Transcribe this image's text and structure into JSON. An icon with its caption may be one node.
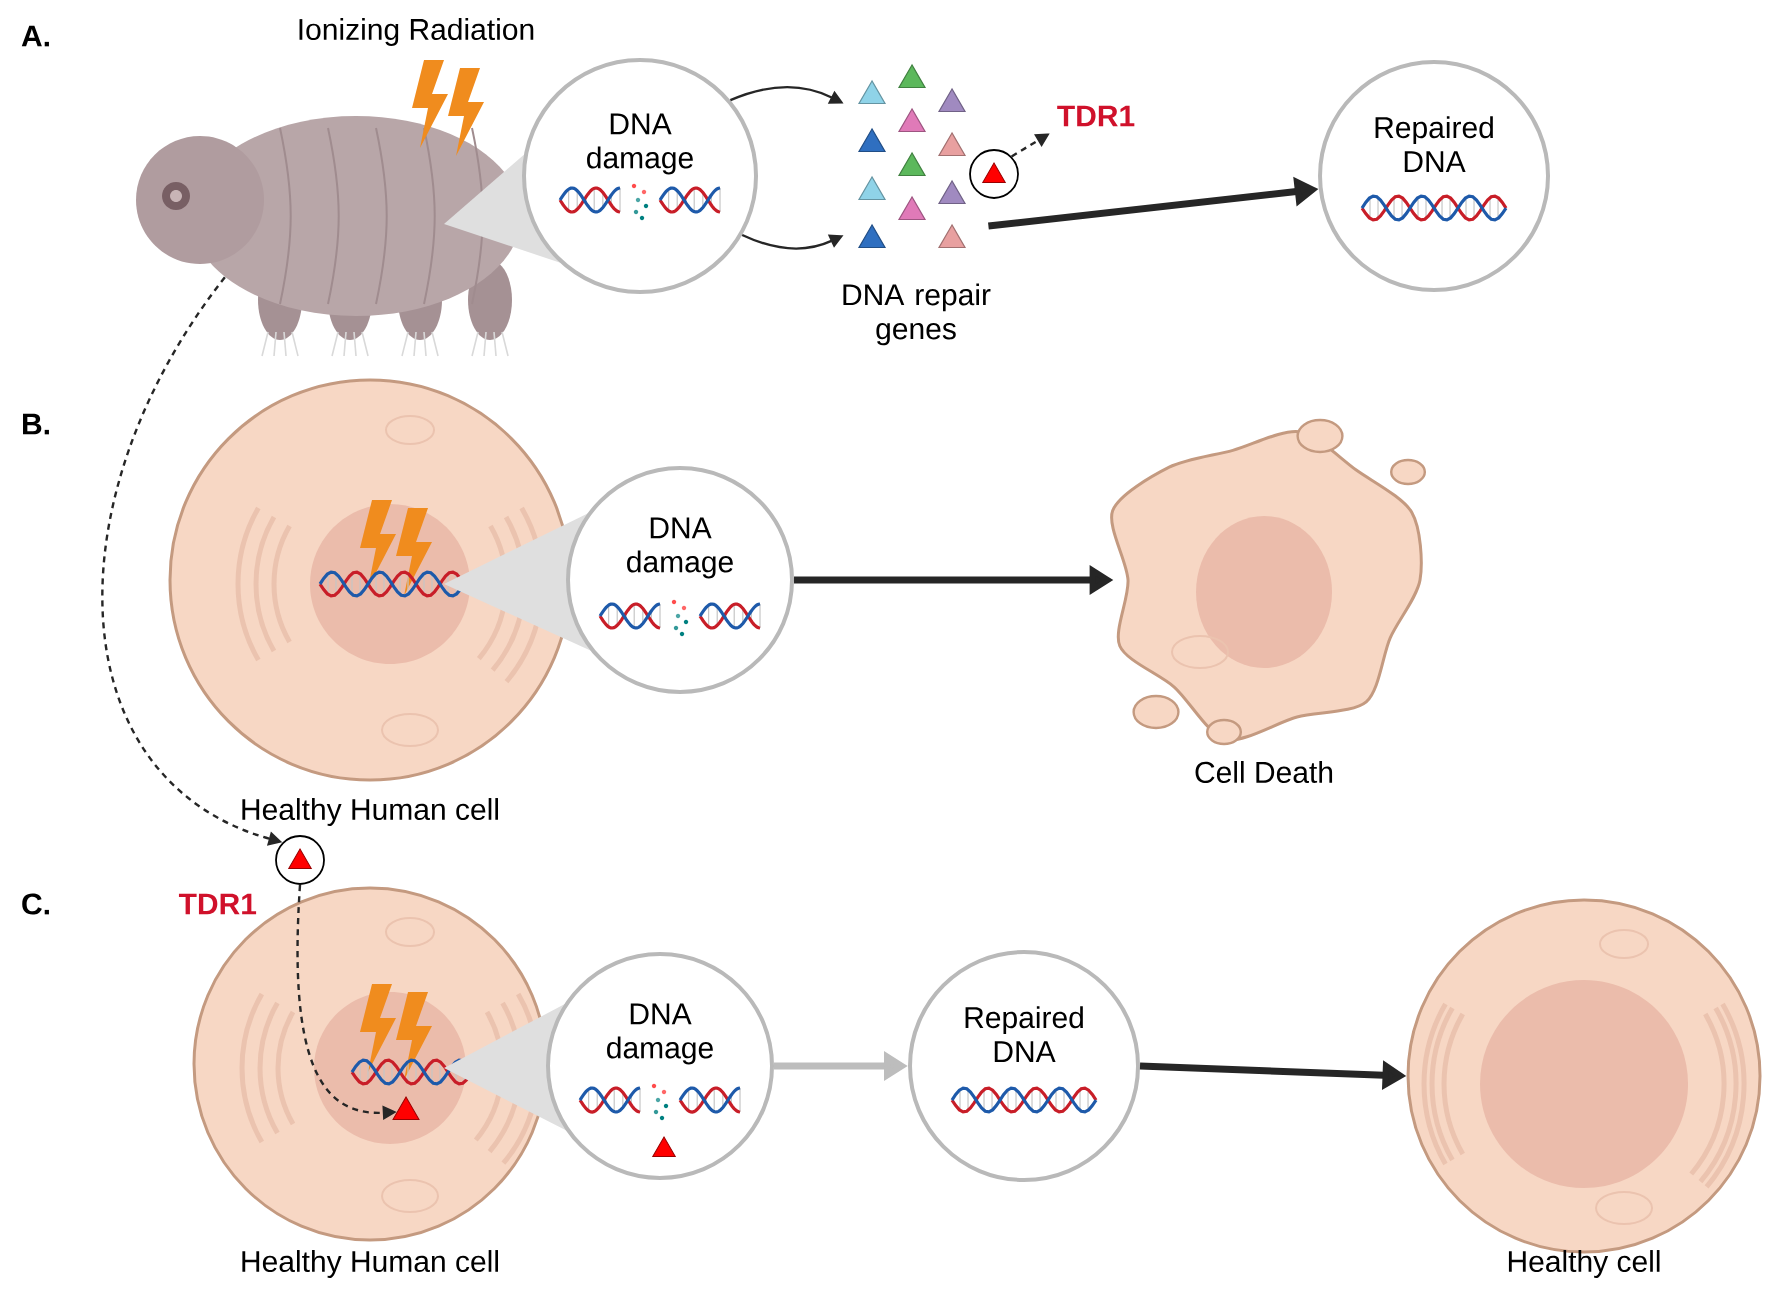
{
  "diagram": {
    "nodes": [
      {
        "text": [],
        "shape": "picture"
      },
      {
        "text": [
          "DNA damage"
        ]
      },
      {
        "text": [
          "DNA repair genes"
        ]
      },
      {
        "text": [],
        "shape": "circle"
      },
      {
        "text": [
          "TDR1"
        ]
      },
      {
        "text": [
          "Repaired DNA"
        ]
      },
      {
        "text": [
          "Healthy Human cell"
        ]
      },
      {
        "text": [
          "DNA damage"
        ]
      },
      {
        "text": [
          "Cell Death"
        ]
      },
      {
        "text": [],
        "shape": "circle",
        "beside": [
          "TDR1"
        ]
      },
      {
        "text": [
          "Healthy Human cell"
        ]
      },
      {
        "text": [],
        "shape": "triangle",
        "in": 10
      },
      {
        "text": [
          "DNA damage"
        ]
      },
      {
        "text": [
          "Repaired DNA"
        ]
      },
      {
        "text": [
          "Healthy cell"
        ]
      }
    ],
    "edges": [
      {
        "from": 1,
        "to": 2,
        "arrow": "to"
      },
      {
        "from": 1,
        "to": 2,
        "arrow": "to"
      },
      {
        "from": 3,
        "to": 4,
        "arrow": "to",
        "style": "dashed"
      },
      {
        "from": 2,
        "to": 5,
        "arrow": "to",
        "style": "thick"
      },
      {
        "from": 7,
        "to": 8,
        "arrow": "to",
        "style": "thick"
      },
      {
        "from": 0,
        "to": 9,
        "arrow": "to",
        "style": "dashed"
      },
      {
        "from": 9,
        "to": 11,
        "arrow": "to",
        "style": "dashed"
      },
      {
        "from": 12,
        "to": 13,
        "arrow": "to",
        "style": "thick",
        "color": "#bdbdbd"
      },
      {
        "from": 13,
        "to": 14,
        "arrow": "to",
        "style": "thick"
      }
    ],
    "labels": [
      "A.",
      "Ionizing Radiation",
      "B.",
      "C."
    ]
  }
}
